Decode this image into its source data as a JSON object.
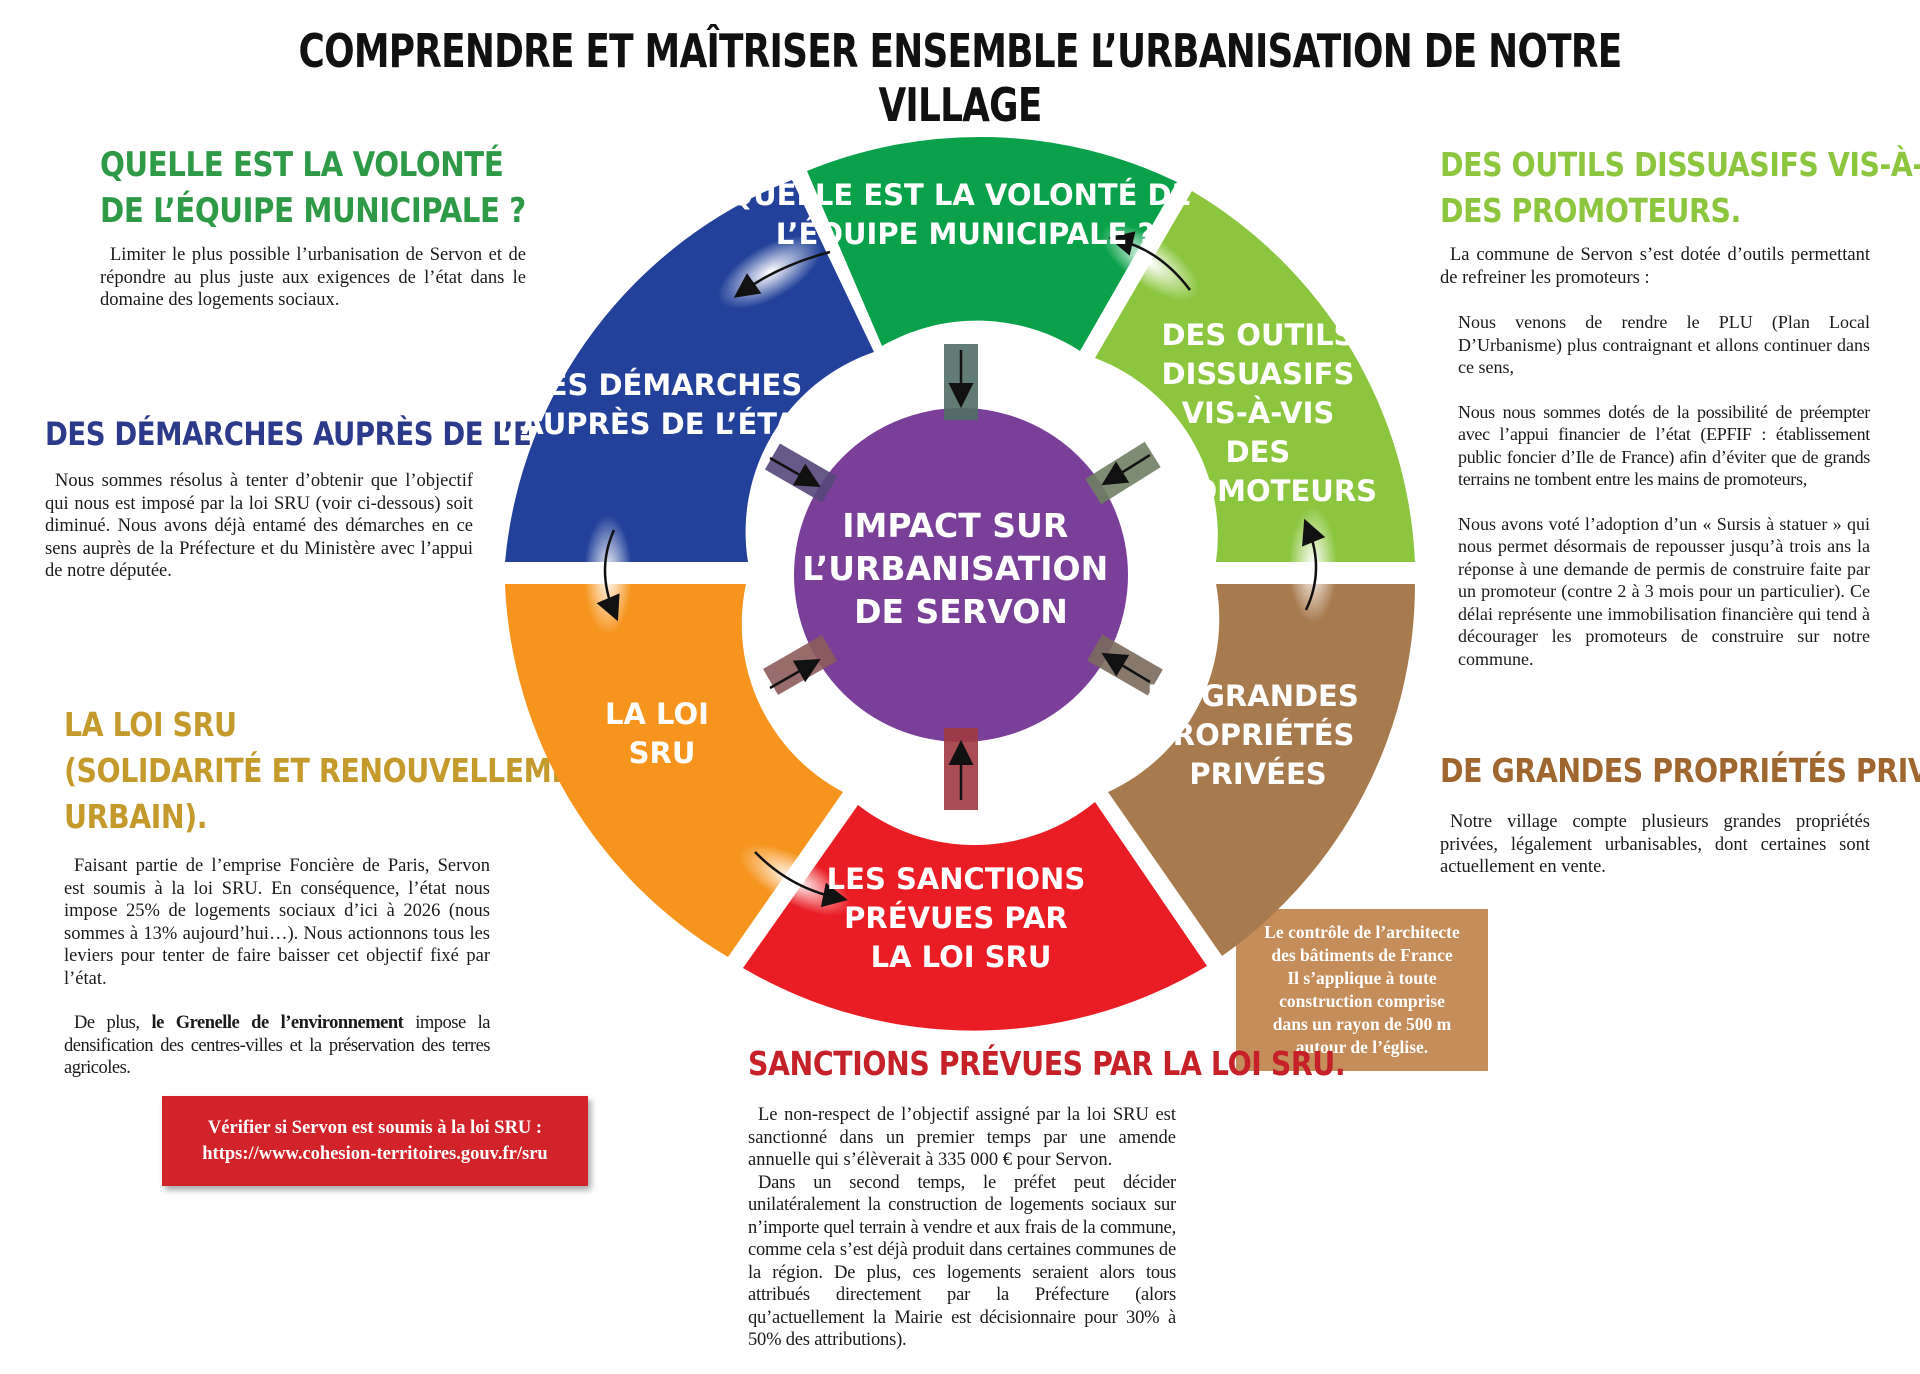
{
  "title": "COMPRENDRE ET MAÎTRISER ENSEMBLE L’URBANISATION DE NOTRE VILLAGE",
  "colors": {
    "green": "#0aa14a",
    "lime": "#8cc63f",
    "brown": "#a87b4f",
    "red": "#ea1c24",
    "orange": "#f7941d",
    "blue": "#23419a",
    "purple": "#7a3f98",
    "tan": "#c48d5a",
    "boxred": "#d2232a"
  },
  "segments": {
    "volonte": [
      "QUELLE EST LA VOLONTÉ DE",
      "L’ÉQUIPE MUNICIPALE ?"
    ],
    "outils": [
      "DES OUTILS",
      "DISSUASIFS",
      "VIS-À-VIS",
      "DES",
      "PROMOTEURS"
    ],
    "proprietes": [
      "DE GRANDES",
      "PROPRIÉTÉS",
      "PRIVÉES"
    ],
    "sanctions": [
      "LES SANCTIONS",
      "PRÉVUES PAR",
      "LA LOI SRU"
    ],
    "loi": [
      "LA LOI",
      "SRU"
    ],
    "demarches": [
      "DES DÉMARCHES",
      "AUPRÈS DE L’ÉTAT"
    ],
    "center": [
      "IMPACT SUR",
      "L’URBANISATION",
      "DE SERVON"
    ]
  },
  "left": {
    "volonte": {
      "heading": [
        "QUELLE EST LA VOLONTÉ",
        "DE L’ÉQUIPE MUNICIPALE ?"
      ],
      "text": "Limiter le plus possible l’urbanisation de Servon et de répondre au plus juste aux exigences de l’état dans le domaine des logements sociaux."
    },
    "demarches": {
      "heading": "DES DÉMARCHES AUPRÈS DE L’ETAT.",
      "text": "Nous sommes résolus à tenter d’obtenir que l’objectif qui nous est imposé par la loi SRU (voir ci-dessous) soit diminué. Nous avons déjà entamé des démarches en ce sens auprès de la Préfecture et du Ministère avec l’appui de notre députée."
    },
    "loi": {
      "heading": [
        "LA LOI SRU",
        "(SOLIDARITÉ ET RENOUVELLEMENT",
        "URBAIN)."
      ],
      "text1": "Faisant partie de l’emprise Foncière de Paris, Servon est soumis à la loi SRU. En conséquence, l’état nous impose 25% de logements sociaux d’ici à 2026 (nous sommes à 13% aujourd’hui…). Nous actionnons tous les leviers pour tenter de faire baisser cet objectif fixé par l’état.",
      "text2_pre": "De plus, ",
      "text2_bold": "le Grenelle de l’environnement",
      "text2_post": " impose la densification des centres-villes et la préservation des terres agricoles."
    },
    "link_box": [
      "Vérifier si Servon est soumis à la loi SRU :",
      "https://www.cohesion-territoires.gouv.fr/sru"
    ]
  },
  "right": {
    "outils": {
      "heading": [
        "DES OUTILS DISSUASIFS VIS-À-VIS",
        "DES PROMOTEURS."
      ],
      "intro": "La commune de Servon s’est dotée d’outils permettant de refreiner les promoteurs :",
      "items": [
        "Nous venons de rendre le PLU (Plan Local D’Urbanisme) plus contraignant et allons continuer dans ce sens,",
        "Nous nous sommes dotés de la possibilité de préempter avec l’appui financier de l’état (EPFIF : établissement public foncier d’Ile de France) afin d’éviter que de grands terrains ne tombent entre les mains de promoteurs,",
        "Nous avons voté l’adoption d’un « Sursis à statuer » qui nous permet  désormais de repousser jusqu’à trois ans la réponse à une demande de permis de construire faite par un promoteur (contre 2 à 3 mois pour un particulier). Ce délai représente une immobilisation financière qui tend à décourager les promoteurs de construire sur notre commune."
      ]
    },
    "proprietes": {
      "heading": "DE GRANDES PROPRIÉTÉS PRIVÉES",
      "text": "Notre village compte plusieurs grandes propriétés privées, légalement urbanisables, dont certaines sont actuellement en vente."
    },
    "architect_box": [
      "Le contrôle de l’architecte",
      "des bâtiments de France",
      "Il s’applique à toute",
      "construction comprise",
      "dans un rayon de 500 m",
      "autour de l’église."
    ]
  },
  "bottom": {
    "heading": "SANCTIONS PRÉVUES PAR LA LOI SRU.",
    "text1": "Le non-respect de l’objectif assigné par la loi SRU est sanctionné dans un premier temps par une amende annuelle qui s’élèverait à 335 000 € pour Servon.",
    "text2": "Dans un second temps, le préfet peut décider unilatéralement la construction de logements sociaux sur n’importe quel terrain à vendre et aux frais de la commune, comme cela s’est déjà produit dans certaines communes de la région. De plus, ces logements seraient alors tous attribués directement par la Préfecture (alors qu’actuellement la Mairie est décisionnaire pour 30% à 50% des attributions)."
  }
}
